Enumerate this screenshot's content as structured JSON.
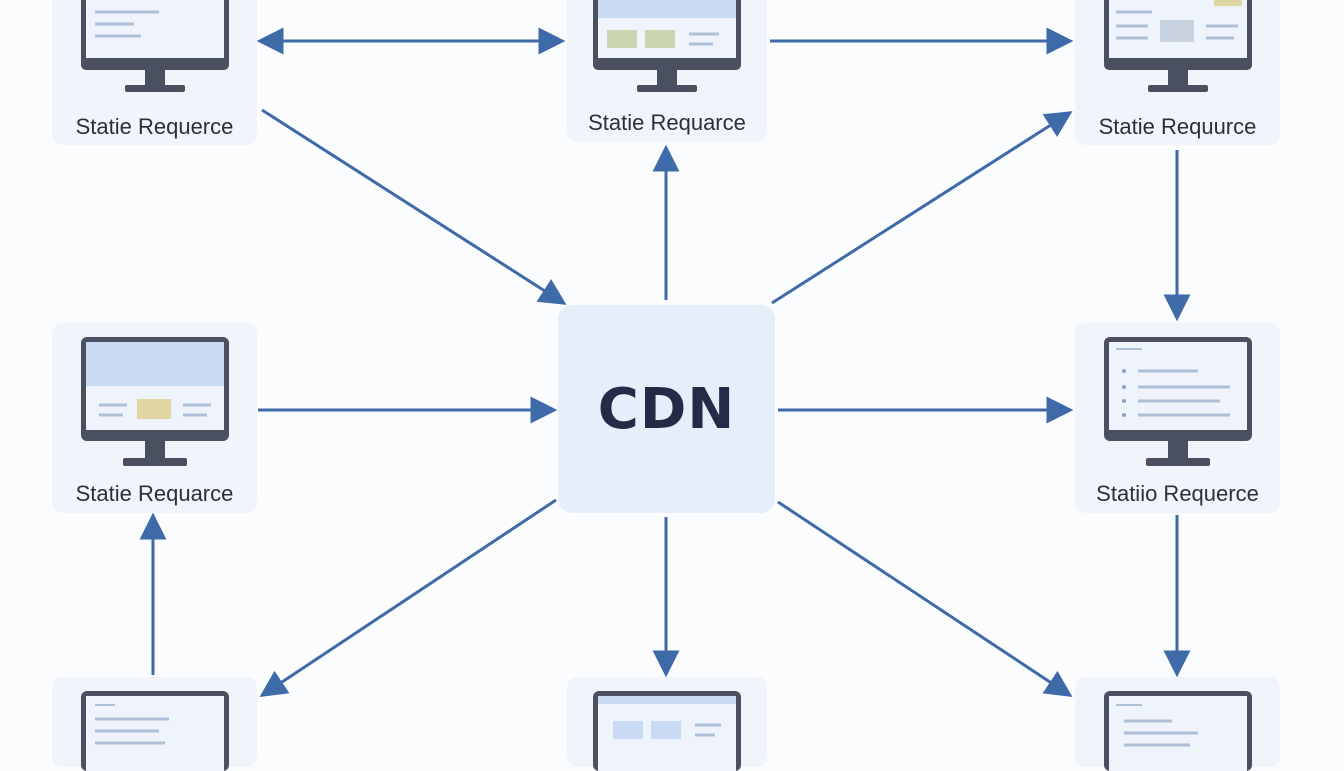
{
  "center": {
    "label": "CDN"
  },
  "nodes": [
    {
      "id": "top-left",
      "label": "Statie Requerce"
    },
    {
      "id": "top-center",
      "label": "Statie Requarce"
    },
    {
      "id": "top-right",
      "label": "Statie Requurce"
    },
    {
      "id": "mid-left",
      "label": "Statie Requarce"
    },
    {
      "id": "mid-right",
      "label": "Statiio Requerce"
    },
    {
      "id": "bottom-left",
      "label": ""
    },
    {
      "id": "bottom-center",
      "label": ""
    },
    {
      "id": "bottom-right",
      "label": ""
    }
  ],
  "colors": {
    "arrow": "#3f6aa8",
    "monitor_frame": "#4a5060",
    "screen": "#eef3fc",
    "screen_header": "#c9daf4",
    "screen_lines": "#aebfd8",
    "accent_green": "#c9d6b0",
    "accent_yellow": "#e0d6a3",
    "card": "#f1f5fb",
    "cdn_box": "#e6eef9",
    "cdn_text": "#262a48"
  }
}
